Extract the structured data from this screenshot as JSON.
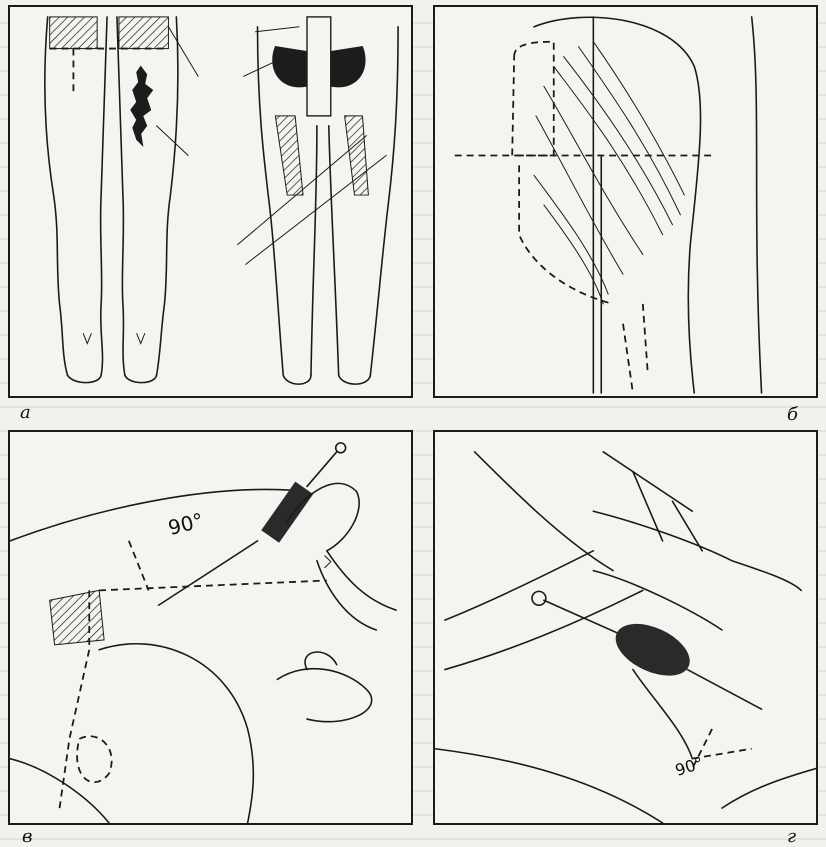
{
  "panels": {
    "a": {
      "caption": "а"
    },
    "b": {
      "caption": "б"
    },
    "c": {
      "caption": "в",
      "angle_label": "90°"
    },
    "d": {
      "caption": "г",
      "angle_label": "90°"
    }
  }
}
